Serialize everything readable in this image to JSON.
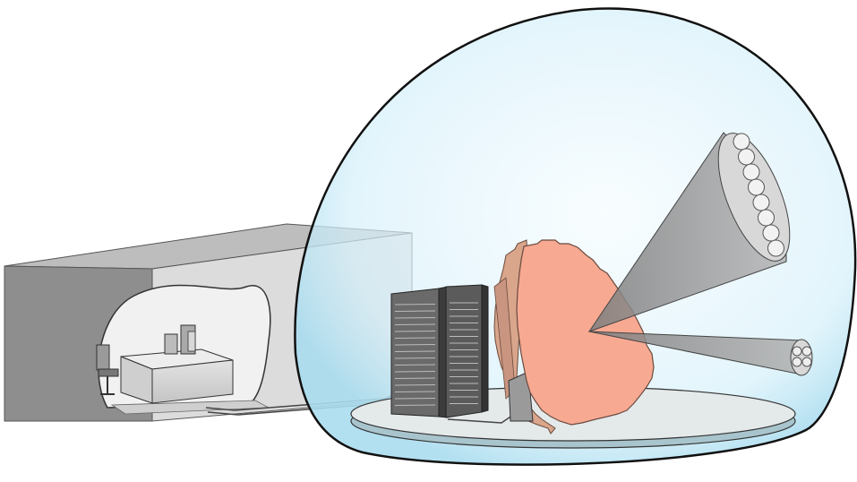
{
  "scene": {
    "components": [
      {
        "id": "control-building",
        "label": ""
      },
      {
        "id": "operator-console",
        "label": ""
      },
      {
        "id": "equipment-racks",
        "label": ""
      },
      {
        "id": "phased-array-antenna",
        "label": ""
      },
      {
        "id": "turntable",
        "label": ""
      },
      {
        "id": "radome",
        "label": ""
      },
      {
        "id": "wide-beam",
        "label": ""
      },
      {
        "id": "narrow-beam",
        "label": ""
      }
    ],
    "colors": {
      "radome_fill": "#dff3fb",
      "radome_stroke": "#111111",
      "antenna_face": "#f7a992",
      "antenna_side": "#d79b83",
      "building_front": "#8c8c8c",
      "building_top": "#b9b9b9",
      "rack": "#555555",
      "beam": "#9a9a9a"
    }
  }
}
